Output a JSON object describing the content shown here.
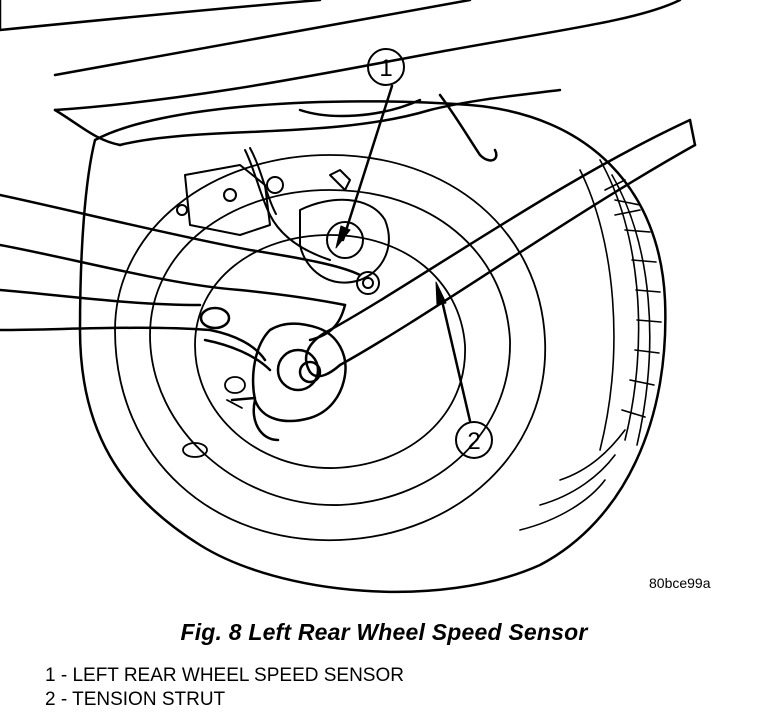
{
  "figure": {
    "id_code": "80bce99a",
    "caption": "Fig. 8 Left Rear Wheel Speed Sensor"
  },
  "callouts": [
    {
      "number": "1"
    },
    {
      "number": "2"
    }
  ],
  "legend": [
    {
      "text": "1 - LEFT REAR WHEEL SPEED SENSOR"
    },
    {
      "text": "2 - TENSION STRUT"
    }
  ]
}
